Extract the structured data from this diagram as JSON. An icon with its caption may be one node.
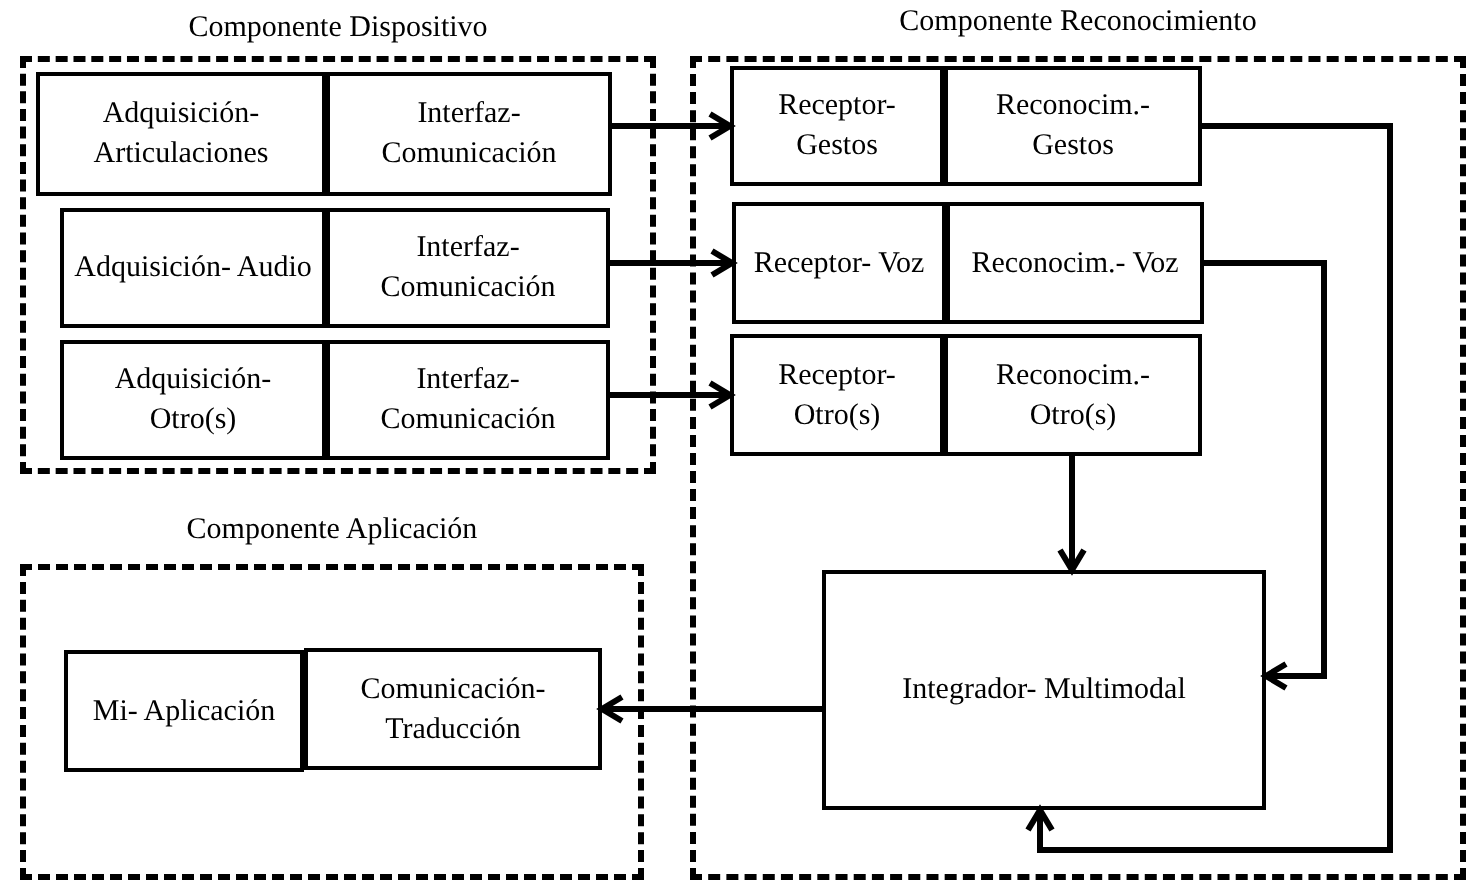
{
  "diagram": {
    "nodes": [
      {
        "text": [
          "Componente Dispositivo"
        ]
      },
      {
        "text": [
          "Adquisición- Articulaciones"
        ],
        "in": 0
      },
      {
        "text": [
          "Interfaz- Comunicación"
        ],
        "in": 0
      },
      {
        "text": [
          "Adquisición- Audio"
        ],
        "in": 0
      },
      {
        "text": [
          "Interfaz- Comunicación"
        ],
        "in": 0
      },
      {
        "text": [
          "Adquisición- Otro(s)"
        ],
        "in": 0
      },
      {
        "text": [
          "Interfaz- Comunicación"
        ],
        "in": 0
      },
      {
        "text": [
          "Componente Reconocimiento"
        ]
      },
      {
        "text": [
          "Receptor- Gestos"
        ],
        "in": 7
      },
      {
        "text": [
          "Reconocim.- Gestos"
        ],
        "in": 7
      },
      {
        "text": [
          "Receptor- Voz"
        ],
        "in": 7
      },
      {
        "text": [
          "Reconocim.- Voz"
        ],
        "in": 7
      },
      {
        "text": [
          "Receptor- Otro(s)"
        ],
        "in": 7
      },
      {
        "text": [
          "Reconocim.- Otro(s)"
        ],
        "in": 7
      },
      {
        "text": [
          "Integrador- Multimodal"
        ],
        "in": 7
      },
      {
        "text": [
          "Componente Aplicación"
        ]
      },
      {
        "text": [
          "Mi- Aplicación"
        ],
        "in": 15
      },
      {
        "text": [
          "Comunicación- Traducción"
        ],
        "in": 15
      }
    ],
    "edges": [
      {
        "from": 2,
        "to": 8,
        "arrow": "to"
      },
      {
        "from": 4,
        "to": 10,
        "arrow": "to"
      },
      {
        "from": 6,
        "to": 12,
        "arrow": "to"
      },
      {
        "from": 13,
        "to": 14,
        "arrow": "to"
      },
      {
        "from": 11,
        "to": 14,
        "arrow": "to"
      },
      {
        "from": 9,
        "to": 14,
        "arrow": "to"
      },
      {
        "from": 14,
        "to": 17,
        "arrow": "to"
      }
    ]
  }
}
